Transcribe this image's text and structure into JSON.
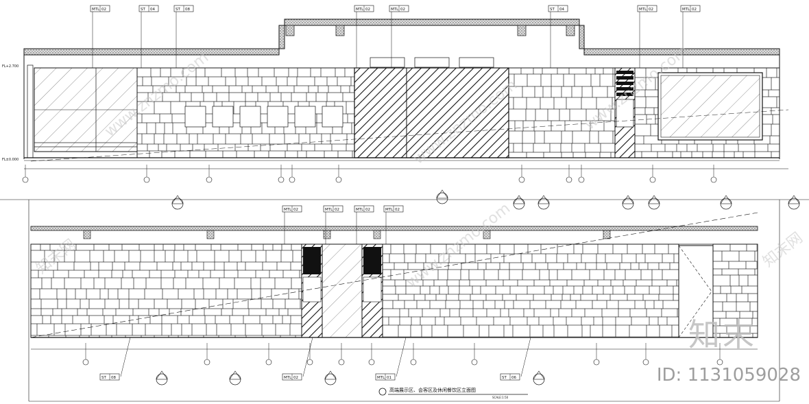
{
  "elevation_upper": {
    "level_top": "FL+2.700",
    "level_bottom": "FL±0.000",
    "tags": [
      {
        "code": "MTL",
        "num": "02"
      },
      {
        "code": "ST",
        "num": "04"
      },
      {
        "code": "ST",
        "num": "08"
      },
      {
        "code": "MTL",
        "num": "02"
      },
      {
        "code": "MTL",
        "num": "02"
      },
      {
        "code": "ST",
        "num": "04"
      },
      {
        "code": "MTL",
        "num": "02"
      },
      {
        "code": "MTL",
        "num": "02"
      }
    ]
  },
  "elevation_lower": {
    "tags_top": [
      {
        "code": "MTL",
        "num": "02"
      },
      {
        "code": "MTL",
        "num": "02"
      },
      {
        "code": "MTL",
        "num": "02"
      },
      {
        "code": "MTL",
        "num": "02"
      }
    ],
    "tags_bottom": [
      {
        "code": "ST",
        "num": "08"
      },
      {
        "code": "MTL",
        "num": "02"
      },
      {
        "code": "MTL",
        "num": "01"
      },
      {
        "code": "ST",
        "num": "06"
      }
    ]
  },
  "title_block": {
    "title": "高端展示区、会客区及休闲餐饮区立面图",
    "scale": "SCALE:1:50"
  },
  "watermark": {
    "brand": "知末",
    "id_label": "ID: 1131059028"
  }
}
